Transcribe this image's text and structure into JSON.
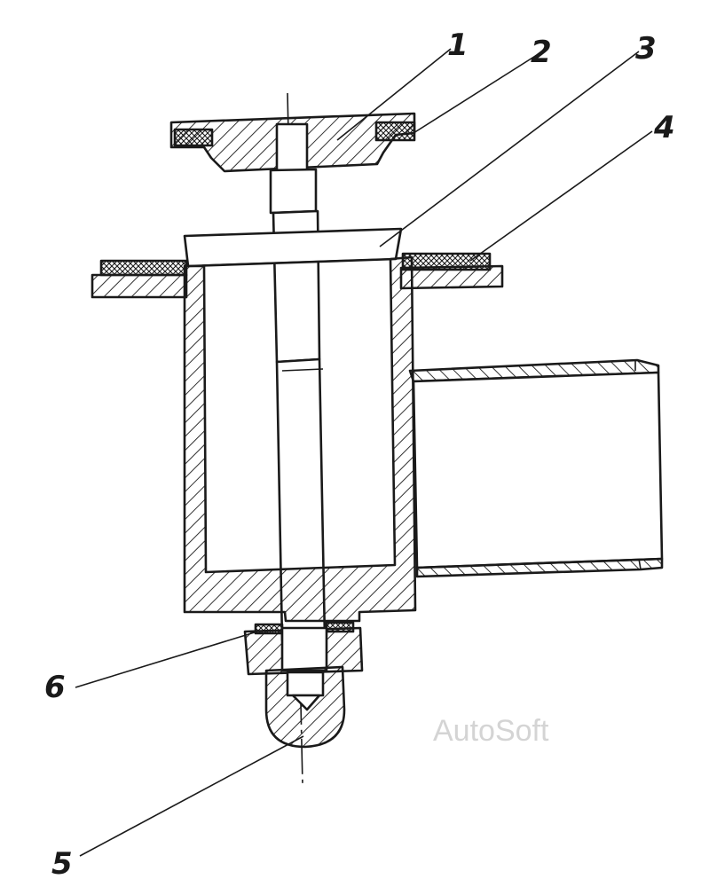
{
  "callouts": [
    {
      "id": "c1",
      "text": "1"
    },
    {
      "id": "c2",
      "text": "2"
    },
    {
      "id": "c3",
      "text": "3"
    },
    {
      "id": "c4",
      "text": "4"
    },
    {
      "id": "c5",
      "text": "5"
    },
    {
      "id": "c6",
      "text": "6"
    }
  ],
  "watermark": "AutoSoft",
  "colors": {
    "ink": "#1a1a1a",
    "paper": "#ffffff",
    "watermark": "#d4d4d4"
  }
}
